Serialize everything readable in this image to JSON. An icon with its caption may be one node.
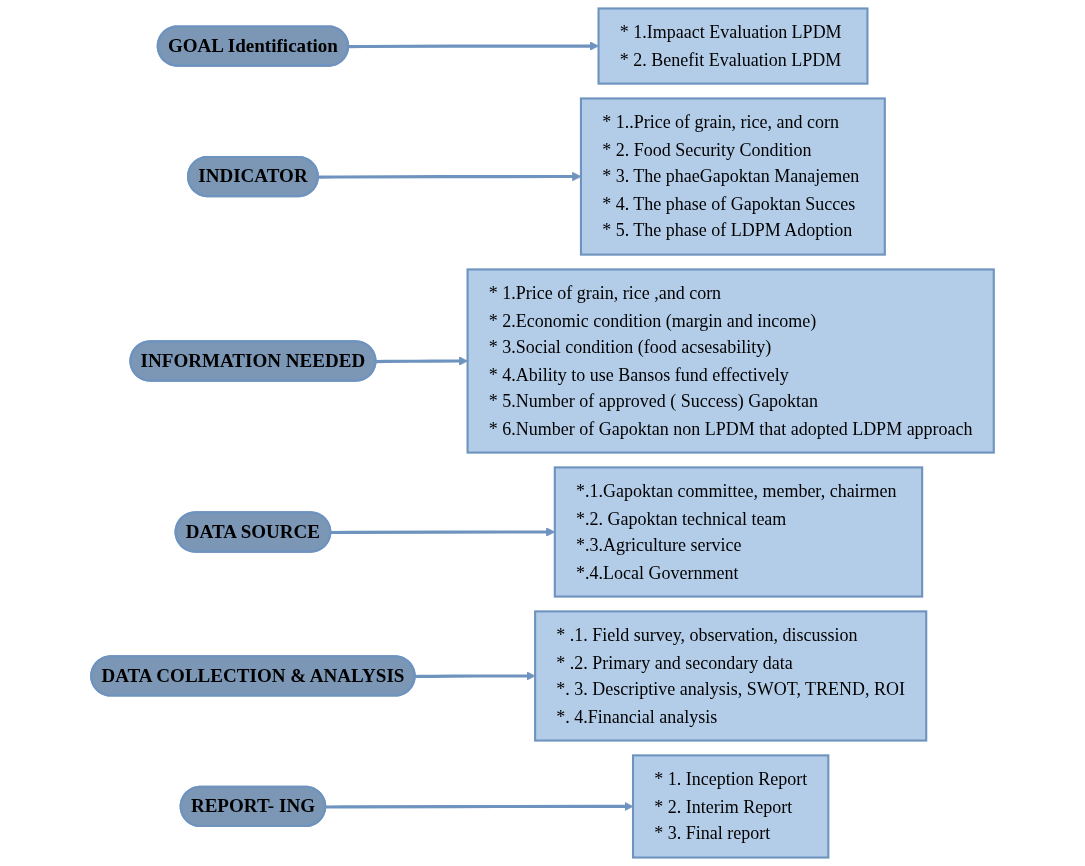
{
  "diagram": {
    "nodes": [
      {
        "text": [
          "GOAL Identification"
        ]
      },
      {
        "text": [
          "* 1.Impaact Evaluation LPDM",
          "* 2. Benefit Evaluation LPDM"
        ]
      },
      {
        "text": [
          "INDICATOR"
        ]
      },
      {
        "text": [
          "* 1..Price of grain, rice, and corn",
          "* 2. Food Security Condition",
          "* 3. The phaeGapoktan Manajemen",
          "* 4. The phase of Gapoktan Succes",
          "* 5. The phase of LDPM Adoption"
        ]
      },
      {
        "text": [
          "INFORMATION NEEDED"
        ]
      },
      {
        "text": [
          "* 1.Price of grain, rice ,and corn",
          "* 2.Economic condition (margin and income)",
          "* 3.Social condition (food acsesability)",
          "* 4.Ability to use Bansos fund effectively",
          "* 5.Number of approved ( Success) Gapoktan",
          "* 6.Number of Gapoktan non LPDM that adopted LDPM approach"
        ]
      },
      {
        "text": [
          "DATA SOURCE"
        ]
      },
      {
        "text": [
          "*.1.Gapoktan committee, member, chairmen",
          "*.2. Gapoktan technical team",
          "*.3.Agriculture service",
          "*.4.Local Government"
        ]
      },
      {
        "text": [
          "DATA COLLECTION & ANALYSIS"
        ]
      },
      {
        "text": [
          "* .1. Field survey, observation, discussion",
          "* .2. Primary and secondary data",
          "*. 3. Descriptive analysis, SWOT, TREND, ROI",
          "*. 4.Financial analysis"
        ]
      },
      {
        "text": [
          "REPORT- ING"
        ]
      },
      {
        "text": [
          "* 1. Inception Report",
          "* 2. Interim Report",
          "* 3. Final report"
        ]
      }
    ],
    "edges": [
      {
        "from": 0,
        "to": 1,
        "arrow": "to"
      },
      {
        "from": 2,
        "to": 3,
        "arrow": "to"
      },
      {
        "from": 4,
        "to": 5,
        "arrow": "to"
      },
      {
        "from": 6,
        "to": 7,
        "arrow": "to"
      },
      {
        "from": 8,
        "to": 9,
        "arrow": "to"
      },
      {
        "from": 10,
        "to": 11,
        "arrow": "to"
      }
    ]
  }
}
